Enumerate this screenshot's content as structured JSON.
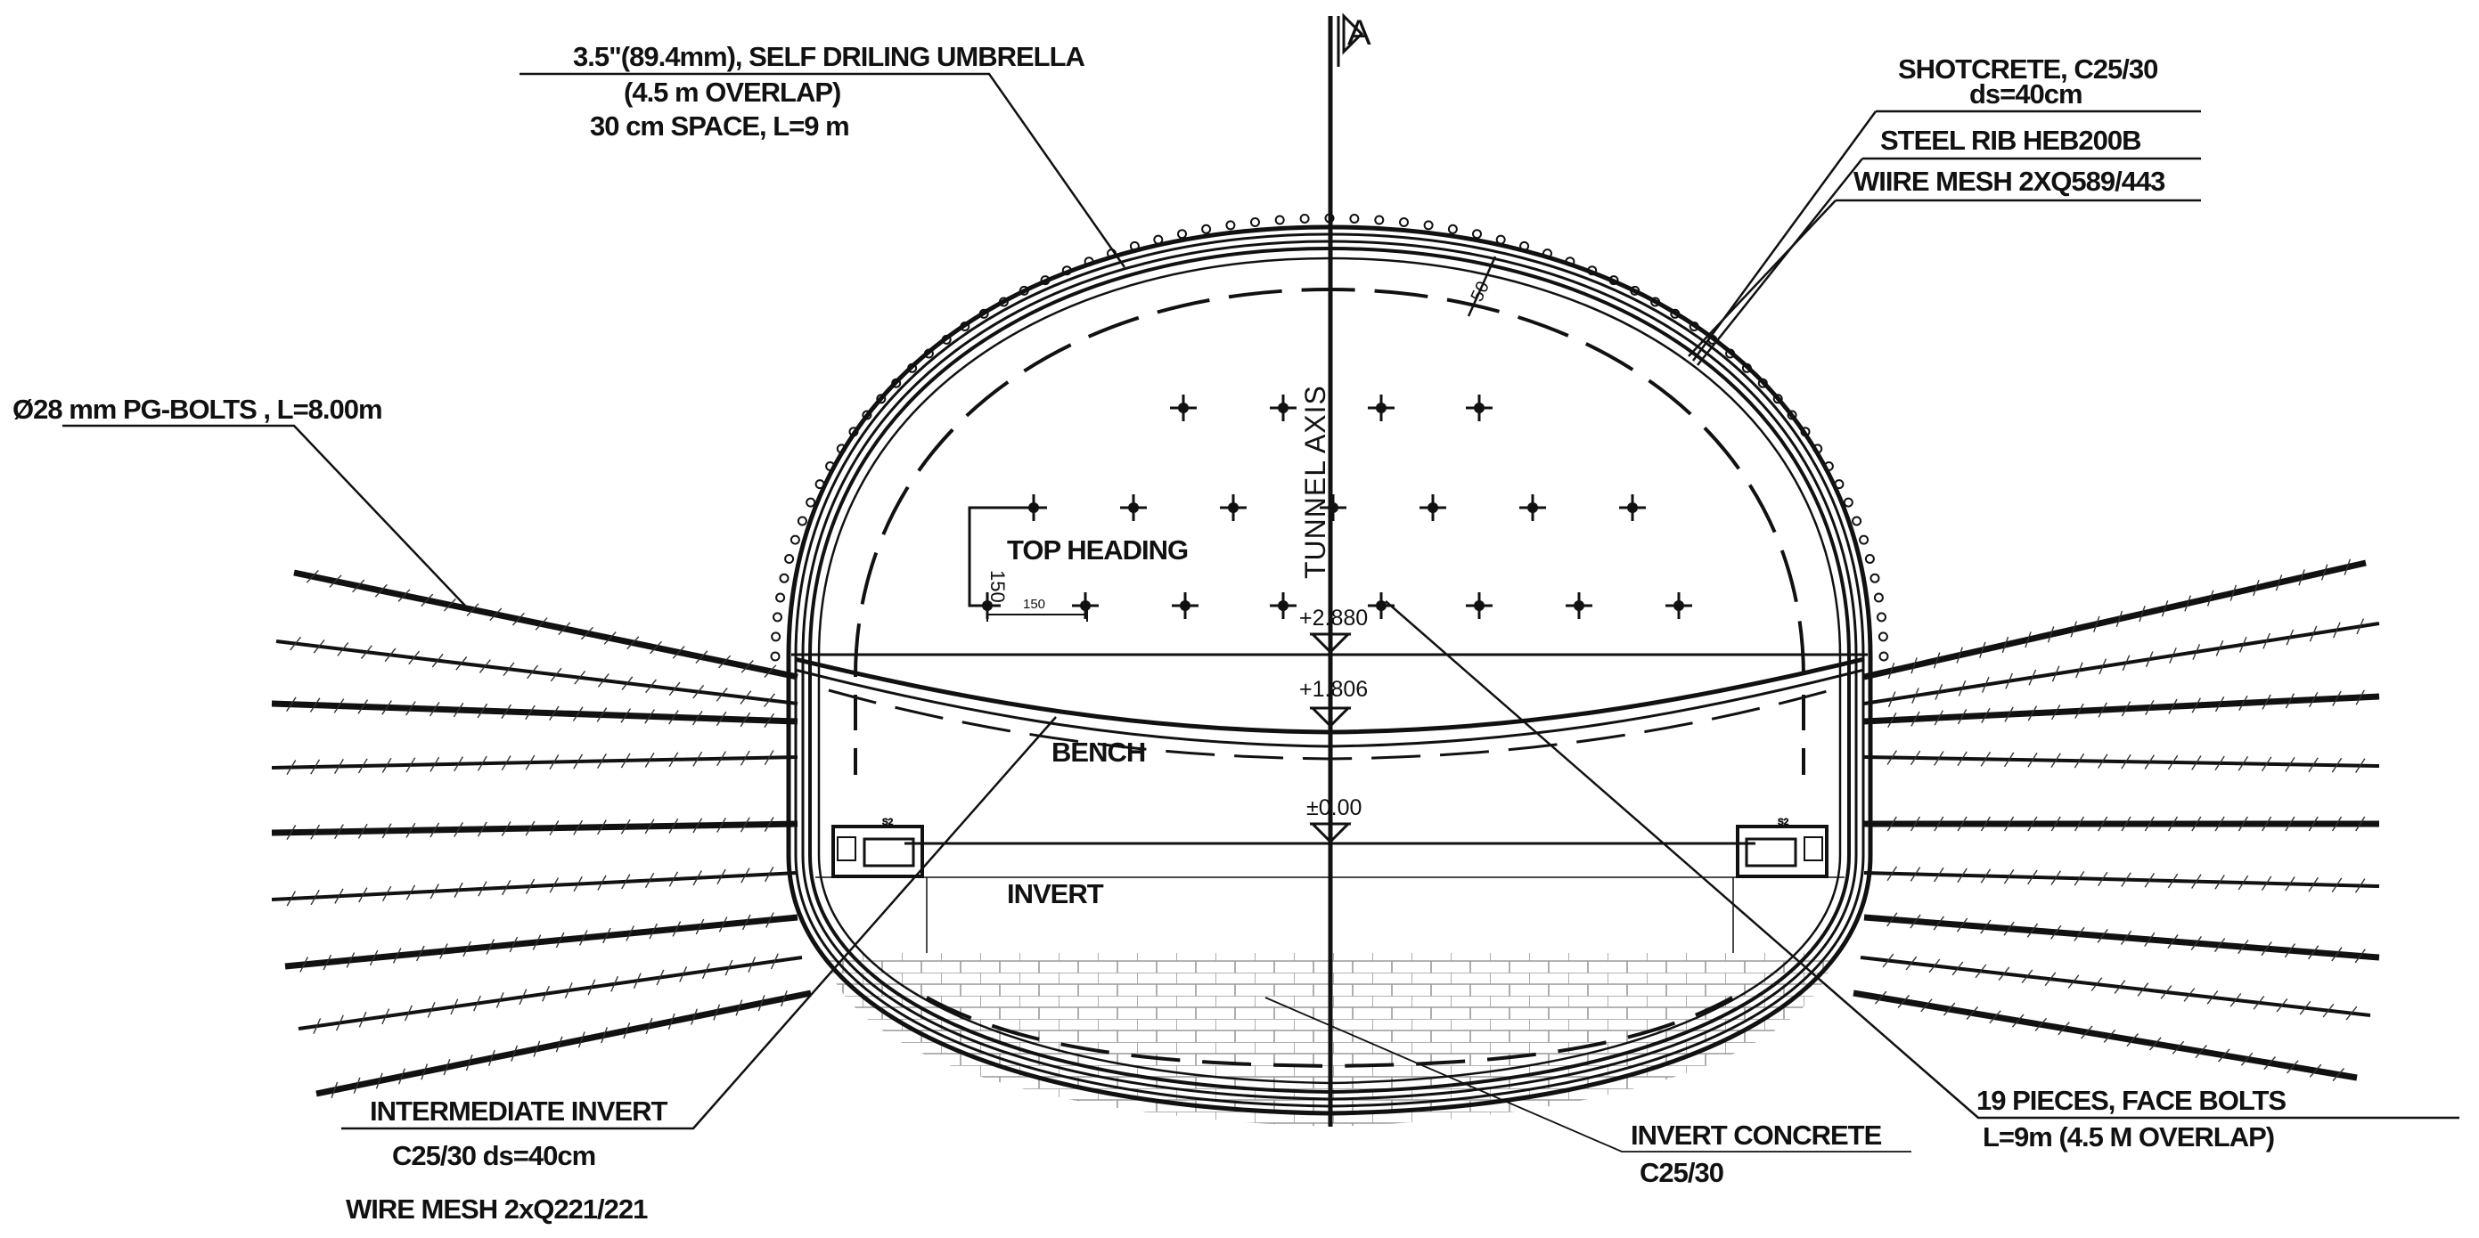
{
  "labels": {
    "section_mark": "A",
    "umbrella_line1": "3.5\"(89.4mm), SELF DRILING UMBRELLA",
    "umbrella_line2": "(4.5 m OVERLAP)",
    "umbrella_line3": "30 cm SPACE, L=9 m",
    "shotcrete_line1": "SHOTCRETE, C25/30",
    "shotcrete_line2": "ds=40cm",
    "steel_rib": "STEEL RIB   HEB200B",
    "wire_mesh_top": "WIIRE MESH 2XQ589/443",
    "bolts": "Ø28 mm PG-BOLTS , L=8.00m",
    "top_heading": "TOP HEADING",
    "tunnel_axis": "TUNNEL AXIS",
    "bench": "BENCH",
    "invert": "INVERT",
    "intermediate_invert_line1": "INTERMEDIATE INVERT",
    "intermediate_invert_line2": "C25/30 ds=40cm",
    "wire_mesh_bottom": "WIRE MESH 2xQ221/221",
    "invert_concrete_line1": "INVERT CONCRETE",
    "invert_concrete_line2": "C25/30",
    "face_bolts_line1": "19 PIECES, FACE BOLTS",
    "face_bolts_line2": "L=9m (4.5 M OVERLAP)"
  },
  "levels": {
    "top_heading": "+2.880",
    "bench": "+1.806",
    "invert": "±0.00"
  },
  "dimensions": {
    "lining": "50",
    "face_bolt_vertical": "150",
    "face_bolt_horizontal": "150"
  },
  "colors": {
    "ink": "#111111",
    "background": "#ffffff",
    "hatch": "#9a9a9a"
  }
}
